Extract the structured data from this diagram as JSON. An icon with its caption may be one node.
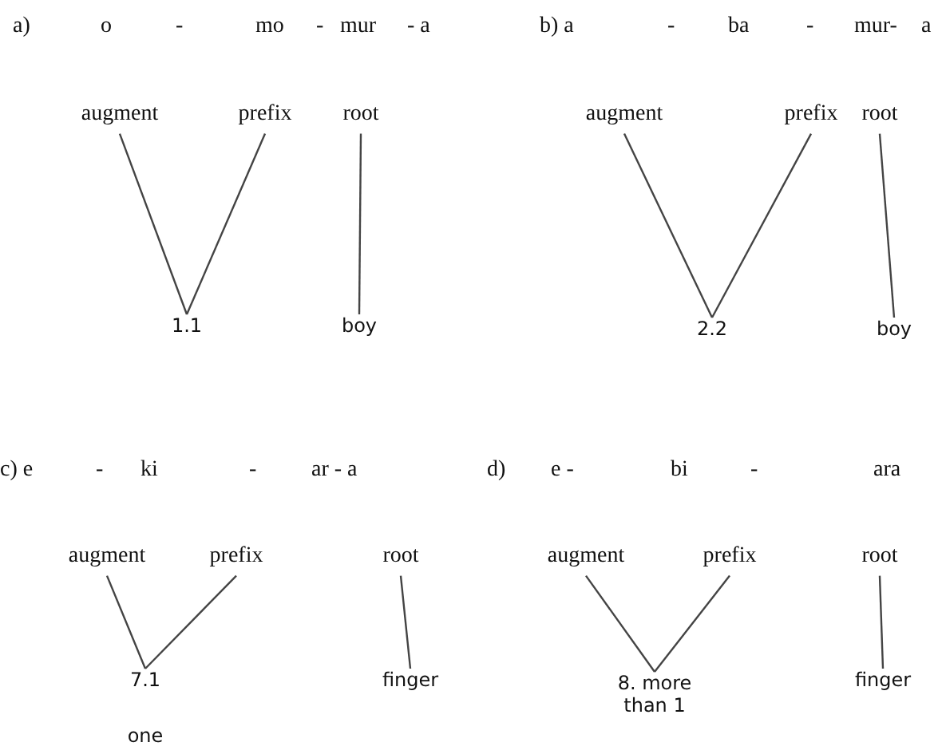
{
  "diagram": {
    "nodes": [
      {
        "text": [
          "augment"
        ]
      },
      {
        "text": [
          "prefix"
        ]
      },
      {
        "text": [
          "root"
        ]
      },
      {
        "text": [
          "1.1"
        ]
      },
      {
        "text": [
          "boy"
        ]
      },
      {
        "text": [
          "augment"
        ]
      },
      {
        "text": [
          "prefix"
        ]
      },
      {
        "text": [
          "root"
        ]
      },
      {
        "text": [
          "2.2"
        ]
      },
      {
        "text": [
          "boy"
        ]
      },
      {
        "text": [
          "augment"
        ]
      },
      {
        "text": [
          "prefix"
        ]
      },
      {
        "text": [
          "root"
        ]
      },
      {
        "text": [
          "7.1"
        ],
        "beside": [
          "one"
        ]
      },
      {
        "text": [
          "finger"
        ]
      },
      {
        "text": [
          "augment"
        ]
      },
      {
        "text": [
          "prefix"
        ]
      },
      {
        "text": [
          "root"
        ]
      },
      {
        "text": [
          "8. more than 1"
        ]
      },
      {
        "text": [
          "finger"
        ]
      }
    ],
    "edges": [
      {
        "from": 0,
        "to": 3,
        "arrow": "none"
      },
      {
        "from": 1,
        "to": 3,
        "arrow": "none"
      },
      {
        "from": 2,
        "to": 4,
        "arrow": "none"
      },
      {
        "from": 5,
        "to": 8,
        "arrow": "none"
      },
      {
        "from": 6,
        "to": 8,
        "arrow": "none"
      },
      {
        "from": 7,
        "to": 9,
        "arrow": "none"
      },
      {
        "from": 10,
        "to": 13,
        "arrow": "none"
      },
      {
        "from": 11,
        "to": 13,
        "arrow": "none"
      },
      {
        "from": 12,
        "to": 14,
        "arrow": "none"
      },
      {
        "from": 15,
        "to": 18,
        "arrow": "none"
      },
      {
        "from": 16,
        "to": 18,
        "arrow": "none"
      },
      {
        "from": 17,
        "to": 19,
        "arrow": "none"
      }
    ],
    "labels": [
      "a)",
      "o",
      "-",
      "mo",
      "-",
      "mur",
      "- a",
      "b) a",
      "-",
      "ba",
      "-",
      "mur-",
      "a",
      "c) e",
      "-",
      "ki",
      "-",
      "ar - a",
      "d)",
      "e -",
      "bi",
      "-",
      "ara"
    ]
  }
}
